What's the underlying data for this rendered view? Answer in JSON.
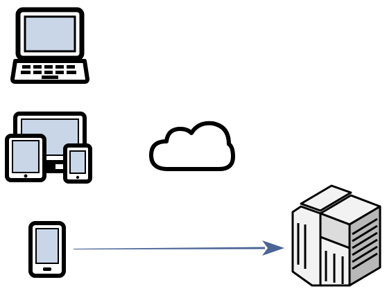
{
  "diagram": {
    "nodes": [
      {
        "id": "laptop",
        "icon": "laptop-icon"
      },
      {
        "id": "multi-device",
        "icon": "multi-device-icon"
      },
      {
        "id": "cloud",
        "icon": "cloud-icon"
      },
      {
        "id": "smartphone",
        "icon": "smartphone-icon"
      },
      {
        "id": "din-rail-module",
        "icon": "din-rail-module-icon"
      }
    ],
    "edges": [
      {
        "from": "smartphone",
        "to": "din-rail-module",
        "style": "arrow"
      }
    ],
    "colors": {
      "stroke": "#000000",
      "screen": "#c9d6e8",
      "arrow": "#4a6496",
      "module_light": "#f2f2f2",
      "module_mid": "#dcdcdc",
      "module_dark": "#b8b8b8"
    }
  }
}
